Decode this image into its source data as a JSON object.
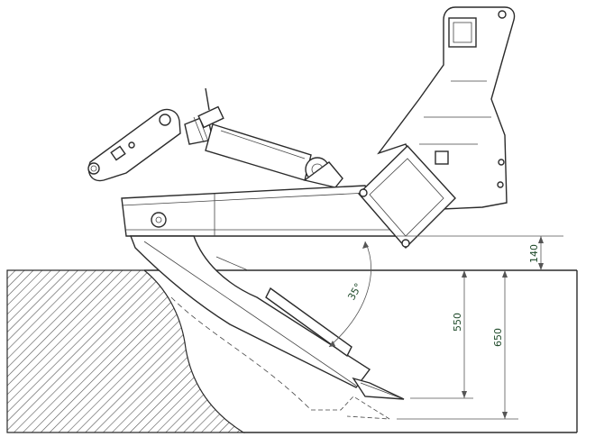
{
  "dimensions": {
    "frame_clearance": "140",
    "working_depth": "550",
    "max_depth": "650",
    "shank_angle": "35°"
  },
  "colors": {
    "line": "#2b2b2b",
    "dimension_text": "#1f4a2a",
    "soil_hatch": "#555555"
  }
}
